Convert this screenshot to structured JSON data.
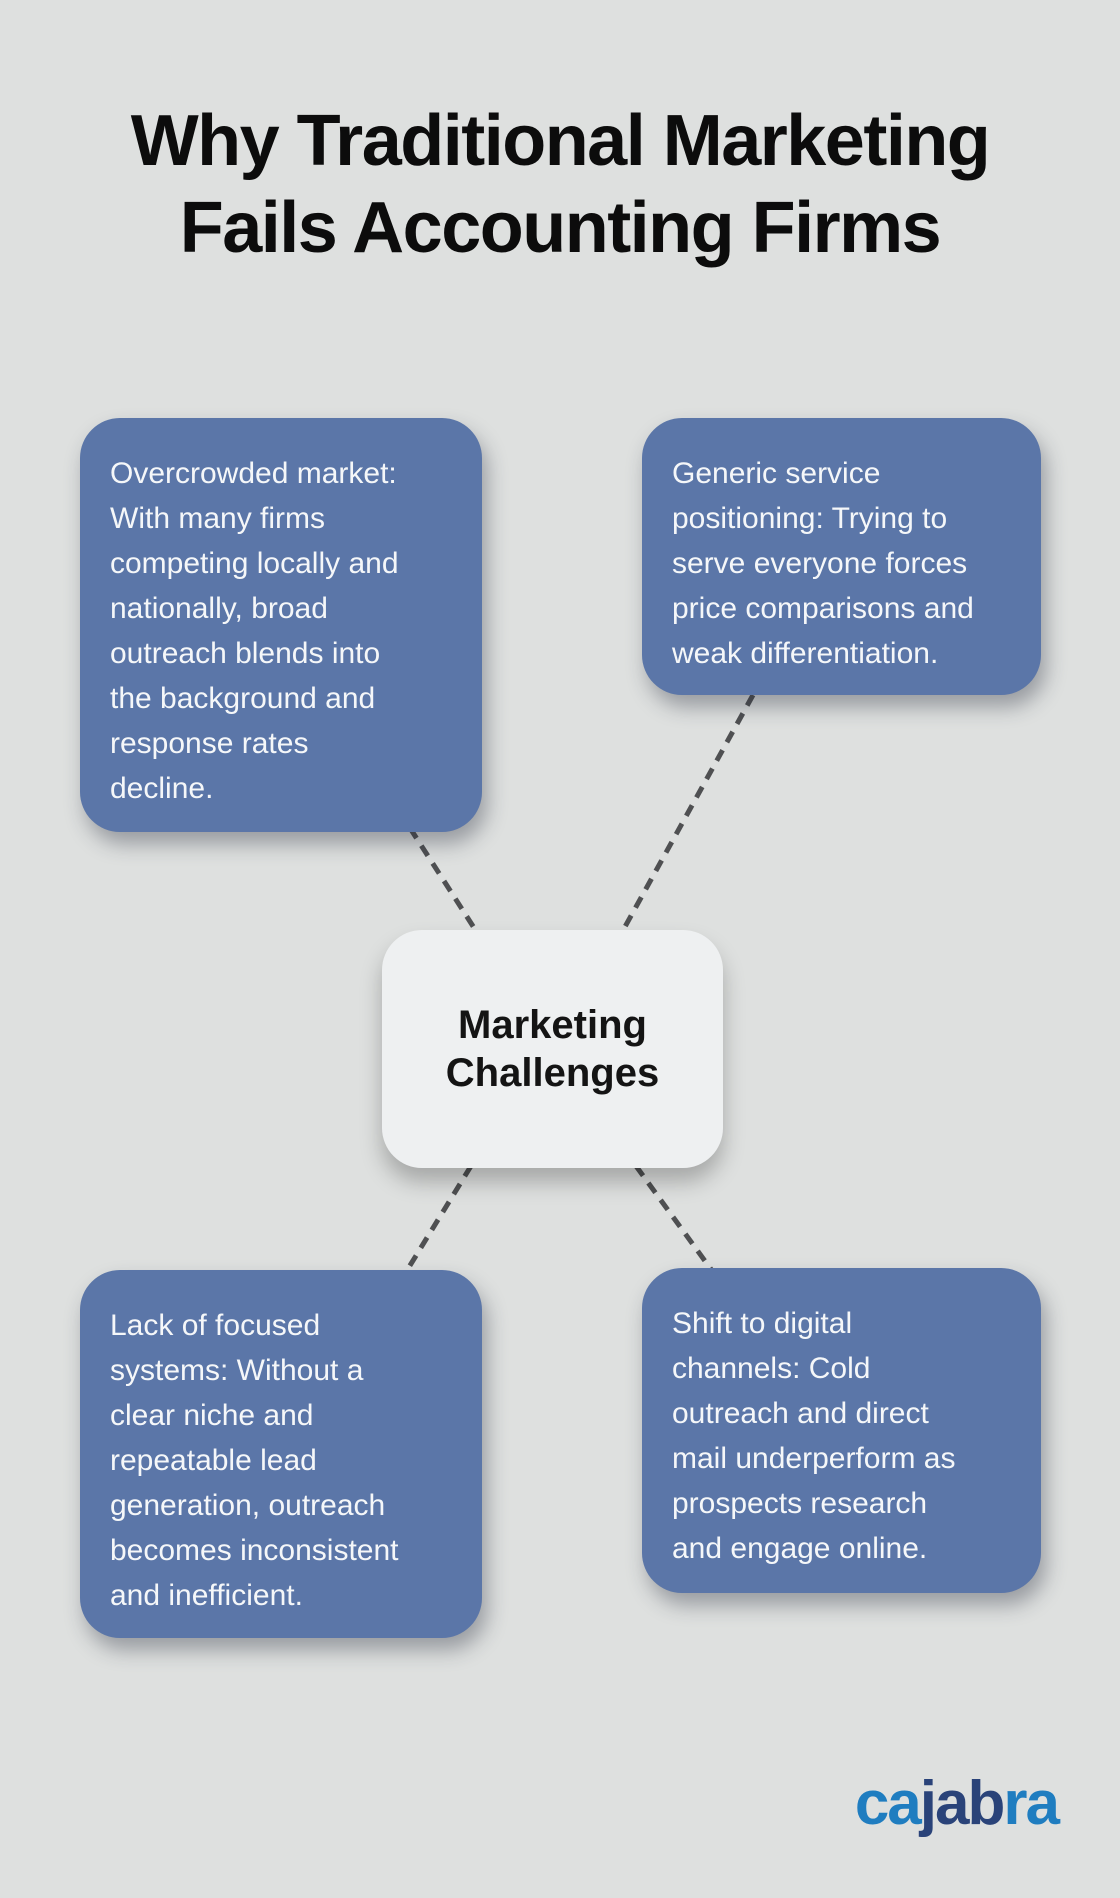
{
  "title": "Why Traditional Marketing\nFails Accounting Firms",
  "center": {
    "label": "Marketing\nChallenges"
  },
  "nodes": [
    {
      "id": "overcrowded-market",
      "text": "Overcrowded market:\nWith many firms\ncompeting locally and\nnationally, broad\noutreach blends into\nthe background and\nresponse rates\ndecline."
    },
    {
      "id": "generic-positioning",
      "text": "Generic service\npositioning: Trying to\nserve everyone forces\nprice comparisons and\nweak differentiation."
    },
    {
      "id": "lack-of-systems",
      "text": "Lack of focused\nsystems: Without a\nclear niche and\nrepeatable lead\ngeneration, outreach\nbecomes inconsistent\nand inefficient."
    },
    {
      "id": "digital-shift",
      "text": "Shift to digital\nchannels: Cold\noutreach and direct\nmail underperform as\nprospects research\nand engage online."
    }
  ],
  "logo": {
    "segments": [
      {
        "text": "ca",
        "color": "#1f7dc0"
      },
      {
        "text": "jab",
        "color": "#2a4379"
      },
      {
        "text": "ra",
        "color": "#1f7dc0"
      }
    ]
  },
  "colors": {
    "background": "#dee0df",
    "node_fill": "#5b76a8",
    "node_text": "#f5f7f9",
    "center_fill": "#eef0f1",
    "center_text": "#141414",
    "title_text": "#0c0c0c",
    "connector": "#4f5052",
    "logo_light_blue": "#1f7dc0",
    "logo_dark_blue": "#2a4379"
  }
}
